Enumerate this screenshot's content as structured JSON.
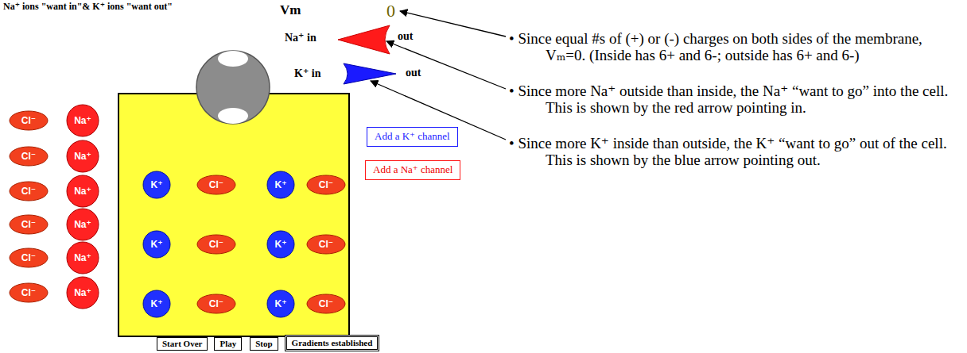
{
  "diagram": {
    "title": "Na⁺ ions \"want in\"& K⁺ ions \"want out\"",
    "nodes": [
      {
        "text": [
          "Cl⁻"
        ]
      },
      {
        "text": [
          "Na⁺"
        ]
      },
      {
        "text": [
          "Cl⁻"
        ]
      },
      {
        "text": [
          "Na⁺"
        ]
      },
      {
        "text": [
          "Cl⁻"
        ]
      },
      {
        "text": [
          "Na⁺"
        ]
      },
      {
        "text": [
          "Cl⁻"
        ]
      },
      {
        "text": [
          "Na⁺"
        ]
      },
      {
        "text": [
          "Cl⁻"
        ]
      },
      {
        "text": [
          "Na⁺"
        ]
      },
      {
        "text": [
          "Cl⁻"
        ]
      },
      {
        "text": [
          "Na⁺"
        ]
      },
      {
        "text": []
      },
      {
        "text": [
          "K⁺"
        ],
        "in": 12
      },
      {
        "text": [
          "Cl⁻"
        ],
        "in": 12
      },
      {
        "text": [
          "K⁺"
        ],
        "in": 12
      },
      {
        "text": [
          "Cl⁻"
        ],
        "in": 12
      },
      {
        "text": [
          "K⁺"
        ],
        "in": 12
      },
      {
        "text": [
          "Cl⁻"
        ],
        "in": 12
      },
      {
        "text": [
          "K⁺"
        ],
        "in": 12
      },
      {
        "text": [
          "Cl⁻"
        ],
        "in": 12
      },
      {
        "text": [
          "K⁺"
        ],
        "in": 12
      },
      {
        "text": [
          "Cl⁻"
        ],
        "in": 12
      },
      {
        "text": [
          "K⁺"
        ],
        "in": 12
      },
      {
        "text": [
          "Cl⁻"
        ],
        "in": 12
      },
      {
        "text": [
          "Add a K⁺ channel"
        ]
      },
      {
        "text": [
          "Add a Na⁺ channel"
        ]
      },
      {
        "text": [
          "Start Over"
        ]
      },
      {
        "text": [
          "Play"
        ]
      },
      {
        "text": [
          "Stop"
        ]
      },
      {
        "text": [
          "Gradients established"
        ]
      }
    ],
    "labels": [
      "Vm",
      "0",
      "Na⁺ in",
      "out",
      "K⁺ in",
      "out",
      "• Since equal #s of (+) or (-) charges on both sides of the membrane, Vₘ=0. (Inside has 6+ and 6-; outside has 6+ and 6-)",
      "• Since more Na⁺ outside than inside, the Na⁺ “want to go” into the cell. This is shown by the red arrow pointing in.",
      "• Since more K⁺ inside than outside, the K⁺ “want to go” out of the cell. This is shown by the blue arrow pointing out."
    ]
  }
}
